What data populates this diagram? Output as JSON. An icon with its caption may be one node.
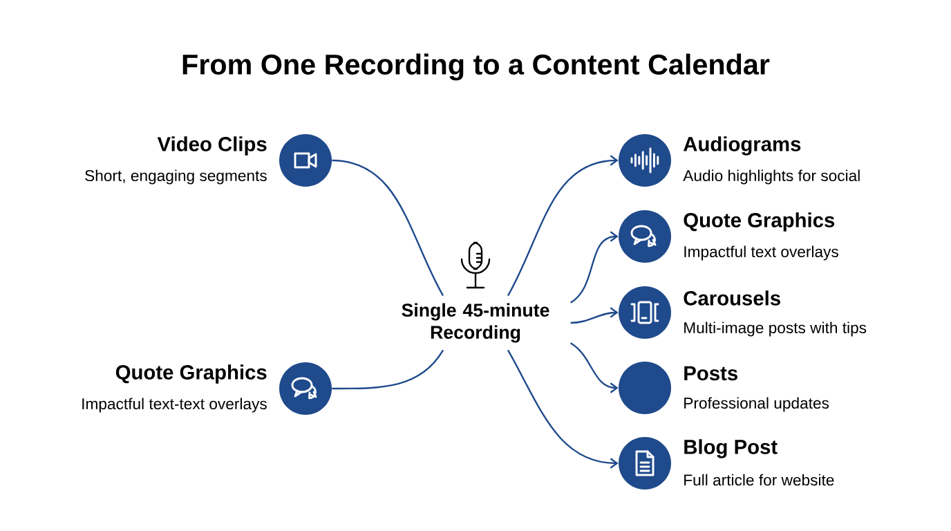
{
  "diagram": {
    "title": "From One Recording to a Content Calendar",
    "nodes": [
      {
        "text": [
          "Single 45-minute Recording"
        ]
      },
      {
        "text": [],
        "shape": "circle",
        "beside": [
          "Video Clips",
          "Short, engaging segments"
        ]
      },
      {
        "text": [],
        "shape": "circle",
        "beside": [
          "Quote Graphics",
          "Impactful text-text overlays"
        ]
      },
      {
        "text": [],
        "shape": "circle",
        "beside": [
          "Audiograms",
          "Audio highlights for social"
        ]
      },
      {
        "text": [],
        "shape": "circle",
        "beside": [
          "Quote Graphics",
          "Impactful text overlays"
        ]
      },
      {
        "text": [],
        "shape": "circle",
        "beside": [
          "Carousels",
          "Multi-image posts with tips"
        ]
      },
      {
        "text": [],
        "shape": "circle",
        "beside": [
          "Posts",
          "Professional updates"
        ]
      },
      {
        "text": [],
        "shape": "circle",
        "beside": [
          "Blog Post",
          "Full article for website"
        ]
      }
    ],
    "edges": [
      {
        "from": 0,
        "to": 1,
        "arrow": "none"
      },
      {
        "from": 0,
        "to": 2,
        "arrow": "none"
      },
      {
        "from": 0,
        "to": 3,
        "arrow": "to"
      },
      {
        "from": 0,
        "to": 4,
        "arrow": "to"
      },
      {
        "from": 0,
        "to": 5,
        "arrow": "to"
      },
      {
        "from": 0,
        "to": 6,
        "arrow": "to"
      },
      {
        "from": 0,
        "to": 7,
        "arrow": "to"
      }
    ]
  }
}
